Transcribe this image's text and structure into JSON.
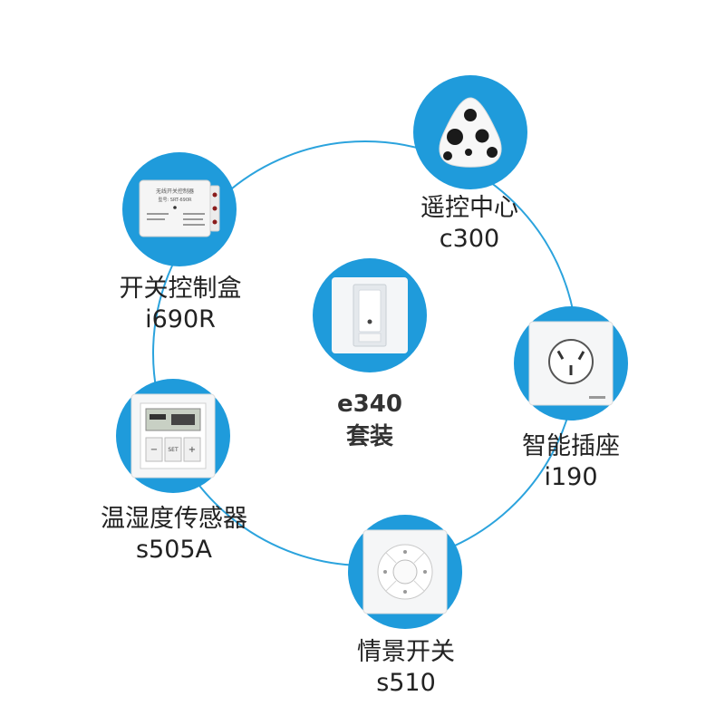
{
  "center": {
    "title": "e340",
    "subtitle": "套装"
  },
  "devices": [
    {
      "name": "遥控中心",
      "model": "c300"
    },
    {
      "name": "开关控制盒",
      "model": "i690R"
    },
    {
      "name": "智能插座",
      "model": "i190"
    },
    {
      "name": "温湿度传感器",
      "model": "s505A"
    },
    {
      "name": "情景开关",
      "model": "s510"
    }
  ],
  "colors": {
    "accent": "#1f9bdb",
    "ring": "#2ba3dd",
    "text": "#222222"
  },
  "controller_label": {
    "line1": "无线开关控制器",
    "line2": "型号: SRT-690R"
  },
  "sensor_panel": {
    "set_label": "SET",
    "minus": "−",
    "plus": "+"
  }
}
